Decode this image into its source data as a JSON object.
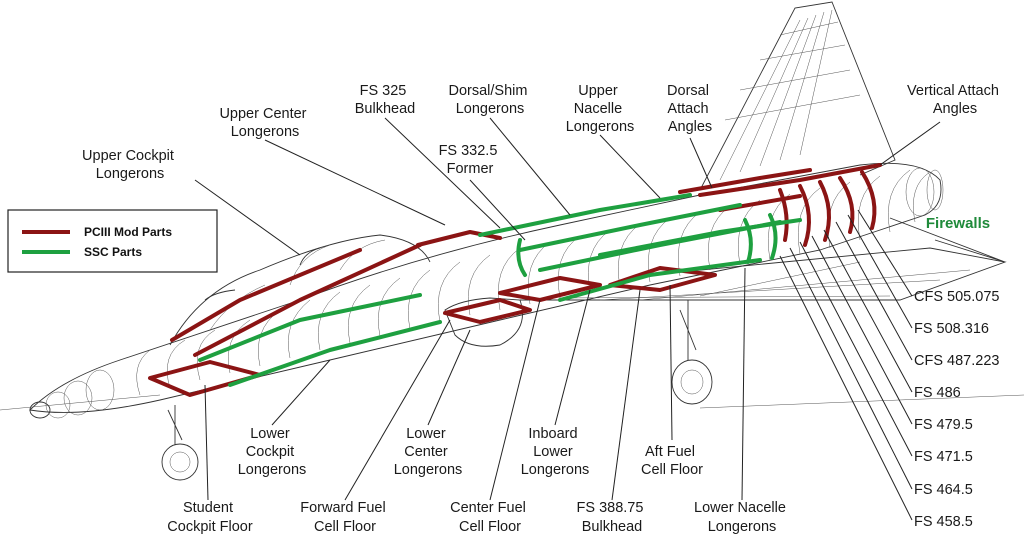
{
  "legend": {
    "items": [
      {
        "label": "PCIII Mod Parts",
        "color": "#8b1414"
      },
      {
        "label": "SSC Parts",
        "color": "#1ea040"
      }
    ]
  },
  "labels": {
    "upper_cockpit_longerons": [
      "Upper Cockpit",
      "Longerons"
    ],
    "upper_center_longerons": [
      "Upper Center",
      "Longerons"
    ],
    "fs325_bulkhead": [
      "FS 325",
      "Bulkhead"
    ],
    "dorsal_shim_longerons": [
      "Dorsal/Shim",
      "Longerons"
    ],
    "fs3325_former": [
      "FS 332.5",
      "Former"
    ],
    "upper_nacelle_longerons": [
      "Upper",
      "Nacelle",
      "Longerons"
    ],
    "dorsal_attach_angles": [
      "Dorsal",
      "Attach",
      "Angles"
    ],
    "vertical_attach_angles": [
      "Vertical Attach",
      "Angles"
    ],
    "firewalls": "Firewalls",
    "stations": [
      "CFS 505.075",
      "FS 508.316",
      "CFS 487.223",
      "FS 486",
      "FS 479.5",
      "FS 471.5",
      "FS 464.5",
      "FS 458.5"
    ],
    "lower_cockpit_longerons": [
      "Lower",
      "Cockpit",
      "Longerons"
    ],
    "lower_center_longerons": [
      "Lower",
      "Center",
      "Longerons"
    ],
    "inboard_lower_longerons": [
      "Inboard",
      "Lower",
      "Longerons"
    ],
    "aft_fuel_cell_floor": [
      "Aft Fuel",
      "Cell Floor"
    ],
    "student_cockpit_floor": [
      "Student",
      "Cockpit Floor"
    ],
    "forward_fuel_cell_floor": [
      "Forward Fuel",
      "Cell Floor"
    ],
    "center_fuel_cell_floor": [
      "Center Fuel",
      "Cell Floor"
    ],
    "fs38875_bulkhead": [
      "FS 388.75",
      "Bulkhead"
    ],
    "lower_nacelle_longerons": [
      "Lower Nacelle",
      "Longerons"
    ]
  },
  "colors": {
    "mod_parts": "#8b1414",
    "ssc_parts": "#1ea040",
    "firewall_label": "#1f8a3a"
  }
}
